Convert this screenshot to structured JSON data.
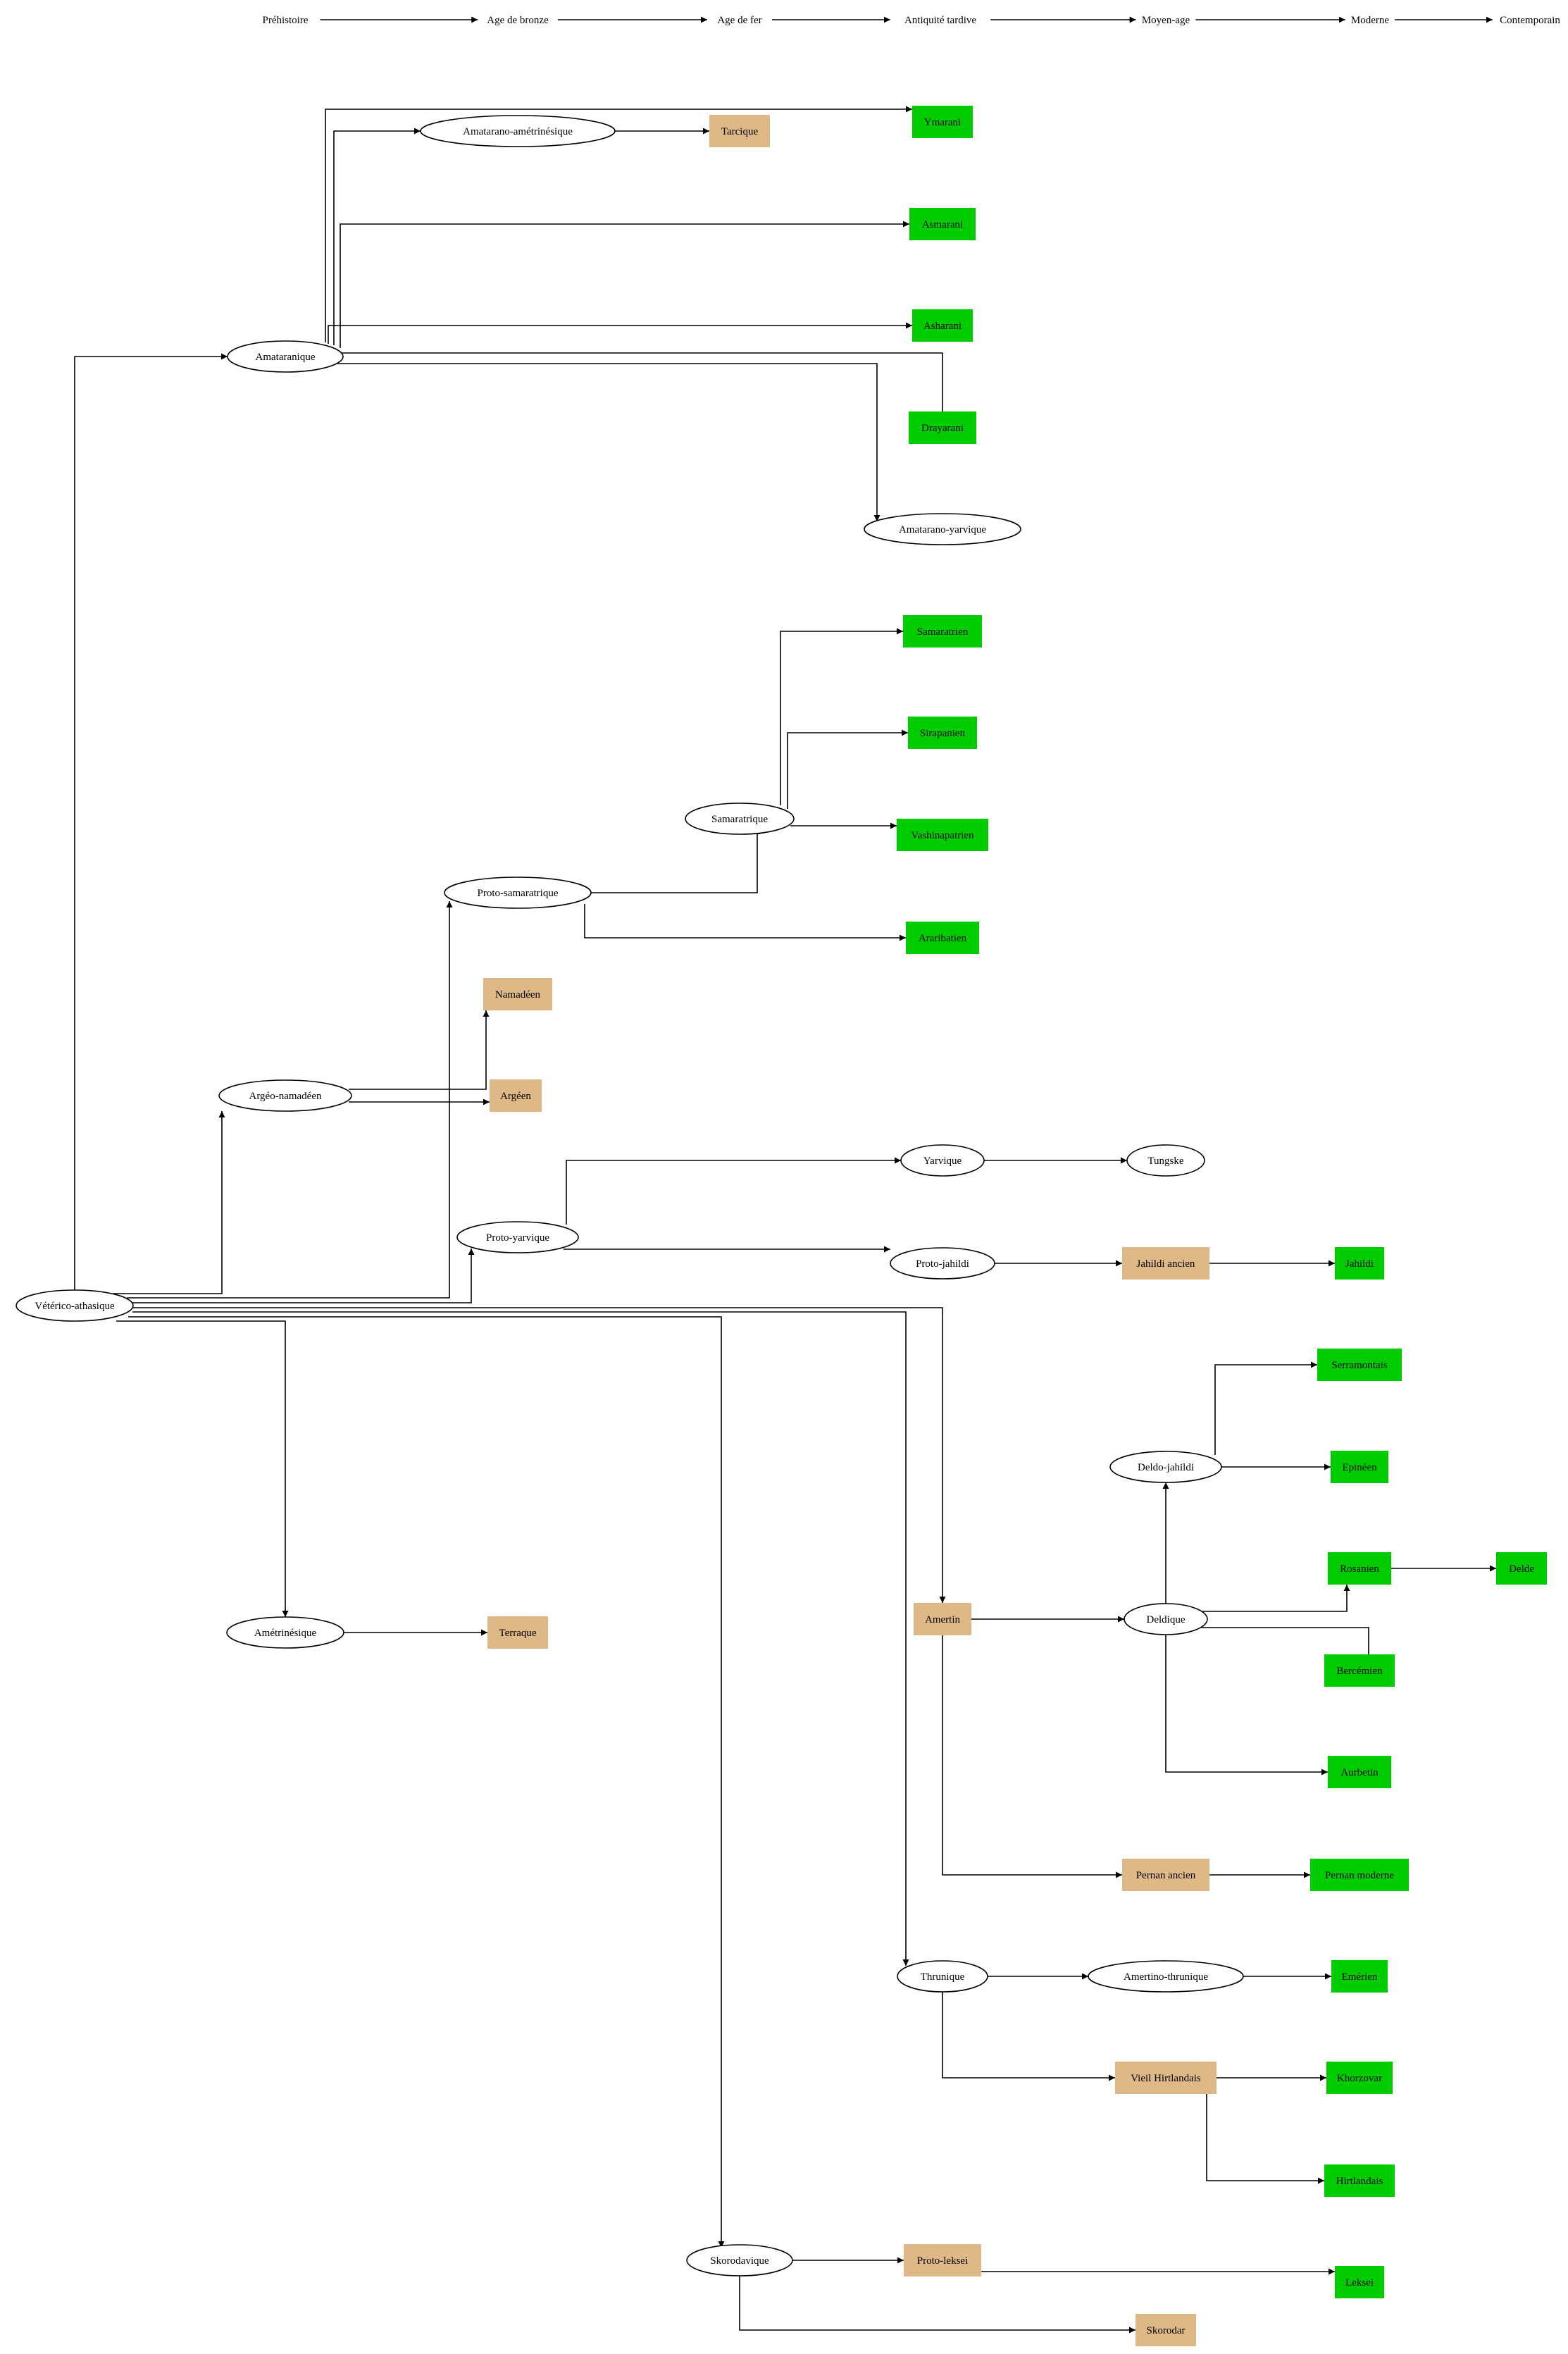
{
  "colors": {
    "modern_language": "#00cc00",
    "historical_language": "#deb887",
    "proto_language": "#ffffff",
    "stroke": "#000000"
  },
  "timeline": [
    {
      "id": "t0",
      "label": "Préhistoire"
    },
    {
      "id": "t1",
      "label": "Age de bronze"
    },
    {
      "id": "t2",
      "label": "Age de fer"
    },
    {
      "id": "t3",
      "label": "Antiquité tardive"
    },
    {
      "id": "t4",
      "label": "Moyen-age"
    },
    {
      "id": "t5",
      "label": "Moderne"
    },
    {
      "id": "t6",
      "label": "Contemporain"
    }
  ],
  "nodes": [
    {
      "id": "veterico",
      "label": "Vétérico-athasique",
      "kind": "proto",
      "period": "t0"
    },
    {
      "id": "amataranique",
      "label": "Amataranique",
      "kind": "proto",
      "period": "t0"
    },
    {
      "id": "argeonamadeen",
      "label": "Argéo-namadéen",
      "kind": "proto",
      "period": "t0"
    },
    {
      "id": "ametrinesique",
      "label": "Amétrinésique",
      "kind": "proto",
      "period": "t0"
    },
    {
      "id": "amataranoametr",
      "label": "Amatarano-amétrinésique",
      "kind": "proto",
      "period": "t1"
    },
    {
      "id": "protosamar",
      "label": "Proto-samaratrique",
      "kind": "proto",
      "period": "t1"
    },
    {
      "id": "namadeen",
      "label": "Namadéen",
      "kind": "historical",
      "period": "t1"
    },
    {
      "id": "argeen",
      "label": "Argéen",
      "kind": "historical",
      "period": "t1"
    },
    {
      "id": "protoyarvique",
      "label": "Proto-yarvique",
      "kind": "proto",
      "period": "t1"
    },
    {
      "id": "terraque",
      "label": "Terraque",
      "kind": "historical",
      "period": "t1"
    },
    {
      "id": "tarcique",
      "label": "Tarcique",
      "kind": "historical",
      "period": "t2"
    },
    {
      "id": "samaratrique",
      "label": "Samaratrique",
      "kind": "proto",
      "period": "t2"
    },
    {
      "id": "skorodavique",
      "label": "Skorodavique",
      "kind": "proto",
      "period": "t2"
    },
    {
      "id": "ymarani",
      "label": "Ymarani",
      "kind": "modern",
      "period": "t3"
    },
    {
      "id": "asmarani",
      "label": "Asmarani",
      "kind": "modern",
      "period": "t3"
    },
    {
      "id": "asharani",
      "label": "Asharani",
      "kind": "modern",
      "period": "t3"
    },
    {
      "id": "drayarani",
      "label": "Drayarani",
      "kind": "modern",
      "period": "t3"
    },
    {
      "id": "amataranoyarv",
      "label": "Amatarano-yarvique",
      "kind": "proto",
      "period": "t3"
    },
    {
      "id": "samaratrien",
      "label": "Samaratrien",
      "kind": "modern",
      "period": "t3"
    },
    {
      "id": "sirapanien",
      "label": "Sirapanien",
      "kind": "modern",
      "period": "t3"
    },
    {
      "id": "vashinapatrien",
      "label": "Vashinapatrien",
      "kind": "modern",
      "period": "t3"
    },
    {
      "id": "araribatien",
      "label": "Araribatien",
      "kind": "modern",
      "period": "t3"
    },
    {
      "id": "yarvique",
      "label": "Yarvique",
      "kind": "proto",
      "period": "t3"
    },
    {
      "id": "protojahildi",
      "label": "Proto-jahildi",
      "kind": "proto",
      "period": "t3"
    },
    {
      "id": "amertin",
      "label": "Amertin",
      "kind": "historical",
      "period": "t3"
    },
    {
      "id": "thrunique",
      "label": "Thrunique",
      "kind": "proto",
      "period": "t3"
    },
    {
      "id": "protoleksei",
      "label": "Proto-leksei",
      "kind": "historical",
      "period": "t3"
    },
    {
      "id": "tungske",
      "label": "Tungske",
      "kind": "proto",
      "period": "t4"
    },
    {
      "id": "jahildiancien",
      "label": "Jahildi ancien",
      "kind": "historical",
      "period": "t4"
    },
    {
      "id": "deldojahildi",
      "label": "Deldo-jahildi",
      "kind": "proto",
      "period": "t4"
    },
    {
      "id": "deldique",
      "label": "Deldique",
      "kind": "proto",
      "period": "t4"
    },
    {
      "id": "pernanancien",
      "label": "Pernan ancien",
      "kind": "historical",
      "period": "t4"
    },
    {
      "id": "amertinothrunique",
      "label": "Amertino-thrunique",
      "kind": "proto",
      "period": "t4"
    },
    {
      "id": "vieilhirtlandais",
      "label": "Vieil Hirtlandais",
      "kind": "historical",
      "period": "t4"
    },
    {
      "id": "skorodar",
      "label": "Skorodar",
      "kind": "historical",
      "period": "t4"
    },
    {
      "id": "jahildi",
      "label": "Jahildi",
      "kind": "modern",
      "period": "t5"
    },
    {
      "id": "serramontais",
      "label": "Serramontais",
      "kind": "modern",
      "period": "t5"
    },
    {
      "id": "epineen",
      "label": "Epinéen",
      "kind": "modern",
      "period": "t5"
    },
    {
      "id": "rosanien",
      "label": "Rosanien",
      "kind": "modern",
      "period": "t5"
    },
    {
      "id": "bercemien",
      "label": "Bercémien",
      "kind": "modern",
      "period": "t5"
    },
    {
      "id": "aurbetin",
      "label": "Aurbetin",
      "kind": "modern",
      "period": "t5"
    },
    {
      "id": "pernanmoderne",
      "label": "Pernan moderne",
      "kind": "modern",
      "period": "t5"
    },
    {
      "id": "emerien",
      "label": "Emérien",
      "kind": "modern",
      "period": "t5"
    },
    {
      "id": "khorzovar",
      "label": "Khorzovar",
      "kind": "modern",
      "period": "t5"
    },
    {
      "id": "hirtlandais",
      "label": "Hirtlandais",
      "kind": "modern",
      "period": "t5"
    },
    {
      "id": "leksei",
      "label": "Leksei",
      "kind": "modern",
      "period": "t5"
    },
    {
      "id": "delde",
      "label": "Delde",
      "kind": "modern",
      "period": "t6"
    }
  ],
  "edges": [
    [
      "t0",
      "t1"
    ],
    [
      "t1",
      "t2"
    ],
    [
      "t2",
      "t3"
    ],
    [
      "t3",
      "t4"
    ],
    [
      "t4",
      "t5"
    ],
    [
      "t5",
      "t6"
    ],
    [
      "veterico",
      "amataranique"
    ],
    [
      "veterico",
      "argeonamadeen"
    ],
    [
      "veterico",
      "protosamar"
    ],
    [
      "veterico",
      "protoyarvique"
    ],
    [
      "veterico",
      "ametrinesique"
    ],
    [
      "veterico",
      "amertin"
    ],
    [
      "veterico",
      "thrunique"
    ],
    [
      "veterico",
      "skorodavique"
    ],
    [
      "amataranique",
      "ymarani"
    ],
    [
      "amataranique",
      "amataranoametr"
    ],
    [
      "amataranique",
      "asmarani"
    ],
    [
      "amataranique",
      "asharani"
    ],
    [
      "amataranique",
      "drayarani"
    ],
    [
      "amataranique",
      "amataranoyarv"
    ],
    [
      "amataranoametr",
      "tarcique"
    ],
    [
      "protosamar",
      "samaratrique"
    ],
    [
      "protosamar",
      "araribatien"
    ],
    [
      "samaratrique",
      "samaratrien"
    ],
    [
      "samaratrique",
      "sirapanien"
    ],
    [
      "samaratrique",
      "vashinapatrien"
    ],
    [
      "argeonamadeen",
      "namadeen"
    ],
    [
      "argeonamadeen",
      "argeen"
    ],
    [
      "protoyarvique",
      "yarvique"
    ],
    [
      "protoyarvique",
      "protojahildi"
    ],
    [
      "yarvique",
      "tungske"
    ],
    [
      "protojahildi",
      "jahildiancien"
    ],
    [
      "jahildiancien",
      "jahildi"
    ],
    [
      "ametrinesique",
      "terraque"
    ],
    [
      "amertin",
      "deldique"
    ],
    [
      "amertin",
      "pernanancien"
    ],
    [
      "deldique",
      "deldojahildi"
    ],
    [
      "deldique",
      "rosanien"
    ],
    [
      "deldique",
      "bercemien"
    ],
    [
      "deldique",
      "aurbetin"
    ],
    [
      "deldojahildi",
      "serramontais"
    ],
    [
      "deldojahildi",
      "epineen"
    ],
    [
      "rosanien",
      "delde"
    ],
    [
      "pernanancien",
      "pernanmoderne"
    ],
    [
      "thrunique",
      "amertinothrunique"
    ],
    [
      "thrunique",
      "vieilhirtlandais"
    ],
    [
      "amertinothrunique",
      "emerien"
    ],
    [
      "vieilhirtlandais",
      "khorzovar"
    ],
    [
      "vieilhirtlandais",
      "hirtlandais"
    ],
    [
      "skorodavique",
      "protoleksei"
    ],
    [
      "skorodavique",
      "skorodar"
    ],
    [
      "protoleksei",
      "leksei"
    ]
  ]
}
